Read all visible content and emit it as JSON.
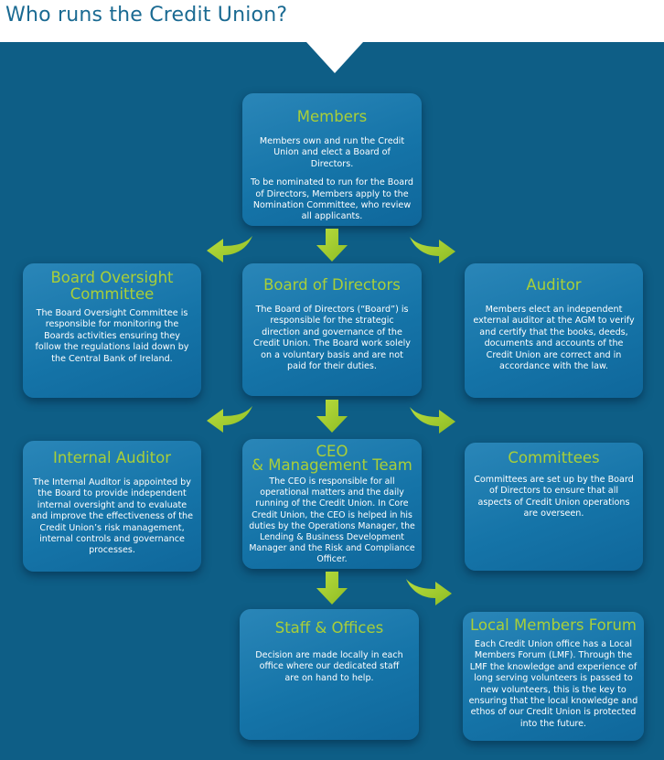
{
  "header": {
    "title": "Who runs the Credit Union?"
  },
  "colors": {
    "panel": "#0e5e86",
    "box": "#1a78ad",
    "accent_green": "#a9cf38",
    "title_blue": "#1a6a92"
  },
  "boxes": {
    "members": {
      "title": "Members",
      "text1": "Members own and run the Credit Union and elect a Board of Directors.",
      "text2": "To be nominated to run for the Board of Directors, Members apply to the Nomination Committee, who review all applicants."
    },
    "board_oversight": {
      "title": "Board Oversight Committee",
      "text": "The Board Oversight Committee is responsible for monitoring the Boards activities ensuring they follow the regulations laid down by the Central Bank of Ireland."
    },
    "board_directors": {
      "title": "Board of Directors",
      "text": "The Board of Directors (“Board”) is responsible for the strategic direction and governance of the Credit Union. The Board work solely on a voluntary basis and are not paid for their duties."
    },
    "auditor": {
      "title": "Auditor",
      "text": "Members elect an independent external auditor at the AGM to verify and certify that the books, deeds, documents and accounts of the Credit Union are correct and in accordance with the law."
    },
    "internal_auditor": {
      "title": "Internal Auditor",
      "text": "The Internal Auditor is appointed by the Board to provide independent internal oversight and to evaluate and improve the effectiveness of the Credit Union’s risk management, internal controls and governance processes."
    },
    "ceo": {
      "title_line1": "CEO",
      "title_line2": "& Management Team",
      "text": "The CEO is responsible for all operational matters and the daily running of the Credit Union. In Core Credit Union, the CEO is helped in his duties by the Operations Manager, the Lending & Business Development  Manager and the Risk and Compliance Officer."
    },
    "committees": {
      "title": "Committees",
      "text": "Committees are set up by the Board of Directors to ensure that all aspects of Credit Union operations are overseen."
    },
    "staff": {
      "title": "Staff & Offices",
      "text": "Decision are made locally in each office where our dedicated staff are on hand to help."
    },
    "lmf": {
      "title": "Local Members Forum",
      "text": "Each Credit Union office has a Local Members Forum (LMF). Through the LMF the knowledge and experience of long serving volunteers is passed to new volunteers, this is the key to ensuring that the local knowledge and ethos of our Credit Union is protected into the future."
    }
  }
}
